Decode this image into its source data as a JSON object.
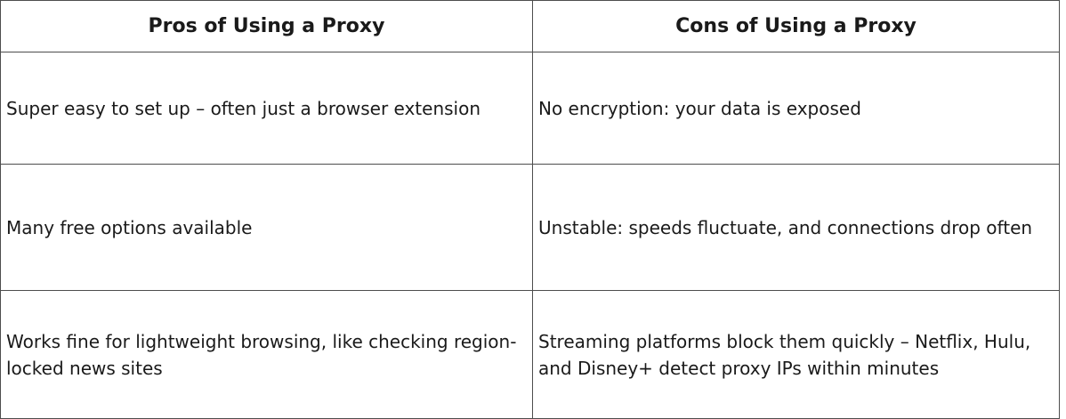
{
  "table": {
    "headers": {
      "pros": "Pros of Using a Proxy",
      "cons": "Cons of Using a Proxy"
    },
    "rows": [
      {
        "pro": "Super easy to set up – often just a browser extension",
        "con": "No encryption: your data is exposed"
      },
      {
        "pro": "Many free options available",
        "con": "Unstable: speeds fluctuate, and connections drop often"
      },
      {
        "pro": "Works fine for lightweight browsing, like checking region-locked news sites",
        "con": "Streaming platforms block them quickly – Netflix, Hulu, and Disney+ detect proxy IPs within minutes"
      }
    ]
  }
}
